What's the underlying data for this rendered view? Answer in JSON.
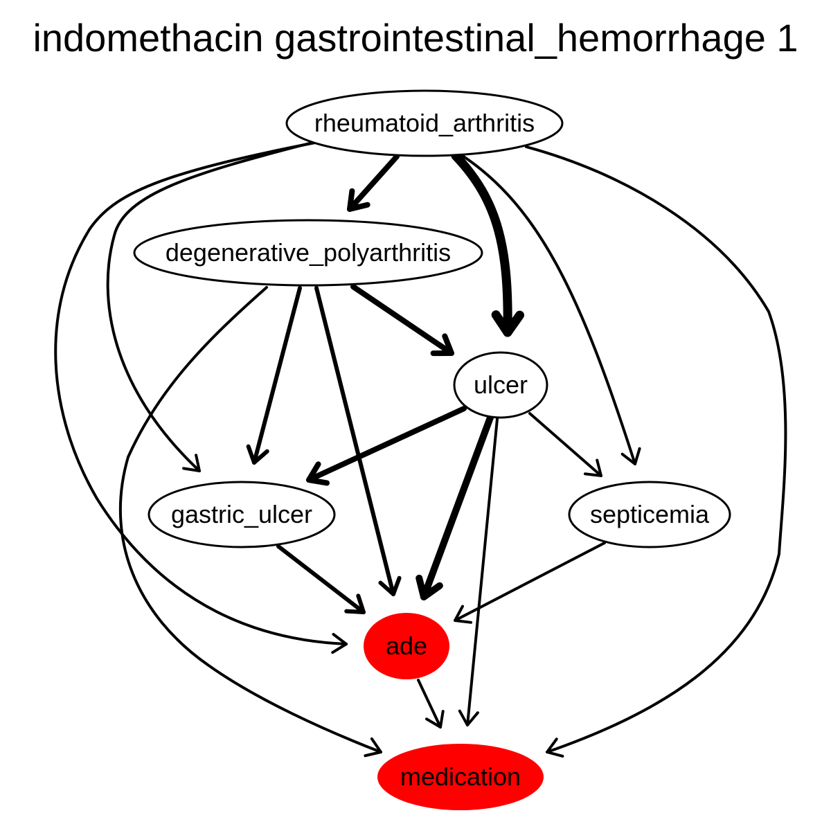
{
  "title": "indomethacin gastrointestinal_hemorrhage 1",
  "colors": {
    "highlight": "#ff0000",
    "stroke": "#000000",
    "background": "#ffffff"
  },
  "nodes": [
    {
      "id": "rheumatoid_arthritis",
      "label": "rheumatoid_arthritis",
      "highlight": false
    },
    {
      "id": "degenerative_polyarthritis",
      "label": "degenerative_polyarthritis",
      "highlight": false
    },
    {
      "id": "ulcer",
      "label": "ulcer",
      "highlight": false
    },
    {
      "id": "gastric_ulcer",
      "label": "gastric_ulcer",
      "highlight": false
    },
    {
      "id": "septicemia",
      "label": "septicemia",
      "highlight": false
    },
    {
      "id": "ade",
      "label": "ade",
      "highlight": true
    },
    {
      "id": "medication",
      "label": "medication",
      "highlight": true
    }
  ],
  "edges": [
    {
      "from": "rheumatoid_arthritis",
      "to": "degenerative_polyarthritis",
      "weight": 3
    },
    {
      "from": "rheumatoid_arthritis",
      "to": "ulcer",
      "weight": 5
    },
    {
      "from": "rheumatoid_arthritis",
      "to": "septicemia",
      "weight": 1
    },
    {
      "from": "rheumatoid_arthritis",
      "to": "gastric_ulcer",
      "weight": 1
    },
    {
      "from": "rheumatoid_arthritis",
      "to": "ade",
      "weight": 1
    },
    {
      "from": "rheumatoid_arthritis",
      "to": "medication",
      "weight": 1
    },
    {
      "from": "degenerative_polyarthritis",
      "to": "ulcer",
      "weight": 3
    },
    {
      "from": "degenerative_polyarthritis",
      "to": "gastric_ulcer",
      "weight": 2
    },
    {
      "from": "degenerative_polyarthritis",
      "to": "ade",
      "weight": 2
    },
    {
      "from": "degenerative_polyarthritis",
      "to": "medication",
      "weight": 1
    },
    {
      "from": "ulcer",
      "to": "gastric_ulcer",
      "weight": 3
    },
    {
      "from": "ulcer",
      "to": "ade",
      "weight": 4
    },
    {
      "from": "ulcer",
      "to": "septicemia",
      "weight": 1
    },
    {
      "from": "ulcer",
      "to": "medication",
      "weight": 1
    },
    {
      "from": "gastric_ulcer",
      "to": "ade",
      "weight": 2
    },
    {
      "from": "septicemia",
      "to": "ade",
      "weight": 1
    },
    {
      "from": "ade",
      "to": "medication",
      "weight": 1
    }
  ]
}
